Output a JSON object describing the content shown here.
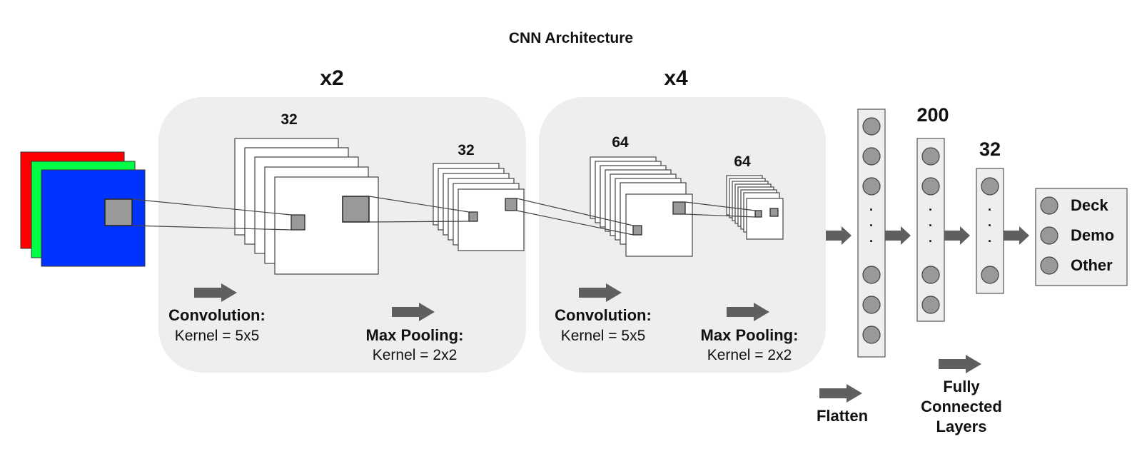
{
  "title": "CNN Architecture",
  "colors": {
    "background": "#ffffff",
    "panel": "#eeeeee",
    "input_red": "#ff0000",
    "input_green": "#00ff44",
    "input_blue": "#0033ff",
    "kernel": "#999999",
    "arrow": "#5f5f5f",
    "node": "#999999",
    "line": "#333333"
  },
  "block1": {
    "repeat": "x2",
    "conv": {
      "count": "32",
      "label": "Convolution:",
      "kernel": "Kernel = 5x5"
    },
    "pool": {
      "count": "32",
      "label": "Max Pooling:",
      "kernel": "Kernel = 2x2"
    }
  },
  "block2": {
    "repeat": "x4",
    "conv": {
      "count": "64",
      "label": "Convolution:",
      "kernel": "Kernel = 5x5"
    },
    "pool": {
      "count": "64",
      "label": "Max Pooling:",
      "kernel": "Kernel = 2x2"
    }
  },
  "dense": {
    "flatten_label": "Flatten",
    "layer2_count": "200",
    "layer3_count": "32",
    "fc_label": [
      "Fully",
      "Connected",
      "Layers"
    ],
    "ellipsis": "·"
  },
  "outputs": [
    "Deck",
    "Demo",
    "Other"
  ]
}
